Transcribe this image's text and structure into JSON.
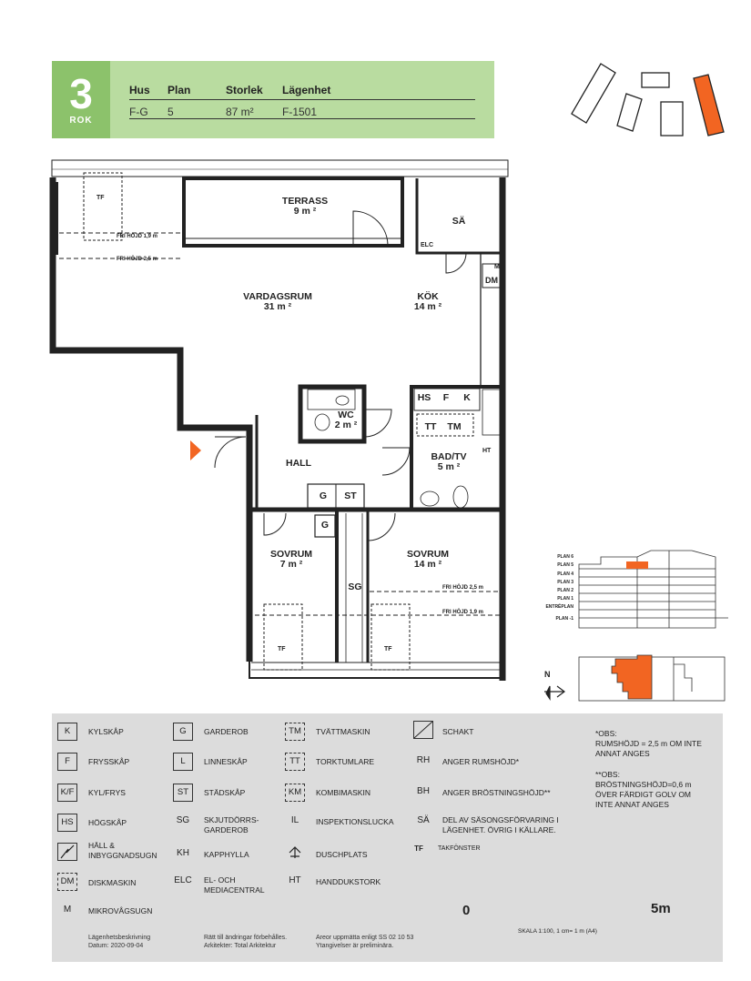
{
  "header": {
    "rooms_number": "3",
    "rooms_label": "ROK",
    "columns": [
      "Hus",
      "Plan",
      "Storlek",
      "Lägenhet"
    ],
    "values": [
      "F-G",
      "5",
      "87 m²",
      "F-1501"
    ]
  },
  "rooms": {
    "terrass_name": "TERRASS",
    "terrass_area": "9 m ²",
    "sa": "SÄ",
    "elc": "ELC",
    "vardagsrum_name": "VARDAGSRUM",
    "vardagsrum_area": "31 m ²",
    "kok_name": "KÖK",
    "kok_area": "14 m ²",
    "wc_name": "WC",
    "wc_area": "2 m ²",
    "hall_name": "HALL",
    "bad_name": "BAD/TV",
    "bad_area": "5 m ²",
    "sovrum1_name": "SOVRUM",
    "sovrum1_area": "7 m ²",
    "sovrum2_name": "SOVRUM",
    "sovrum2_area": "14 m ²",
    "sg": "SG",
    "tf": "TF",
    "m": "M",
    "dm": "DM",
    "hs": "HS",
    "f": "F",
    "k": "K",
    "tt": "TT",
    "tm": "TM",
    "ht": "HT",
    "g": "G",
    "st": "ST",
    "fri_1_9": "FRI HÖJD 1,9 m",
    "fri_2_5": "FRI HÖJD 2,5 m",
    "fri_2_5b": "FRI HÖJD 2,5 m",
    "fri_1_9b": "FRI HÖJD 1,9 m"
  },
  "section": {
    "levels": [
      "PLAN 6",
      "PLAN 5",
      "PLAN 4",
      "PLAN 3",
      "PLAN 2",
      "PLAN 1",
      "ENTRÉPLAN",
      "PLAN -1"
    ],
    "north": "N"
  },
  "legend": {
    "k": "K",
    "k_label": "KYLSKÅP",
    "f": "F",
    "f_label": "FRYSSKÅP",
    "kf": "K/F",
    "kf_label": "KYL/FRYS",
    "hs": "HS",
    "hs_label": "HÖGSKÅP",
    "hall_label": "HÄLL & INBYGGNADSUGN",
    "dm": "DM",
    "dm_label": "DISKMASKIN",
    "m": "M",
    "m_label": "MIKROVÅGSUGN",
    "g": "G",
    "g_label": "GARDEROB",
    "l": "L",
    "l_label": "LINNESKÅP",
    "st": "ST",
    "st_label": "STÄDSKÅP",
    "sg": "SG",
    "sg_label": "SKJUTDÖRRS-GARDEROB",
    "kh": "KH",
    "kh_label": "KAPPHYLLA",
    "elc": "ELC",
    "elc_label": "EL- OCH MEDIACENTRAL",
    "tm": "TM",
    "tm_label": "TVÄTTMASKIN",
    "tt": "TT",
    "tt_label": "TORKTUMLARE",
    "km": "KM",
    "km_label": "KOMBIMASKIN",
    "il": "IL",
    "il_label": "INSPEKTIONSLUCKA",
    "dusch_label": "DUSCHPLATS",
    "ht": "HT",
    "ht_label": "HANDDUKSTORK",
    "schakt_label": "SCHAKT",
    "rh": "RH",
    "rh_label": "ANGER RUMSHÖJD*",
    "bh": "BH",
    "bh_label": "ANGER BRÖSTNINGSHÖJD**",
    "sa": "SÄ",
    "sa_label": "DEL AV SÄSONGSFÖRVARING I LÄGENHET. ÖVRIG I KÄLLARE.",
    "tf": "TF",
    "tf_label": "TAKFÖNSTER",
    "obs1_title": "*OBS:",
    "obs1_text": "RUMSHÖJD = 2,5 m OM INTE ANNAT ANGES",
    "obs2_title": "**OBS:",
    "obs2_text": "BRÖSTNINGSHÖJD=0,6 m ÖVER FÄRDIGT GOLV OM INTE ANNAT ANGES",
    "scale_start": "0",
    "scale_end": "5m",
    "scale_caption": "SKALA 1:100, 1 cm= 1 m (A4)",
    "foot1_a": "Lägenhetsbeskrivning",
    "foot1_b": "Datum: 2020-09-04",
    "foot2_a": "Rätt till ändringar förbehålles.",
    "foot2_b": "Arkitekter: Total Arkitektur",
    "foot3_a": "Areor uppmätta enligt SS 02 10 53",
    "foot3_b": "Ytangivelser är preliminära."
  },
  "colors": {
    "header_bg": "#b9dca0",
    "header_accent": "#8cc26b",
    "highlight": "#f26522",
    "legend_bg": "#dcdcdc"
  }
}
